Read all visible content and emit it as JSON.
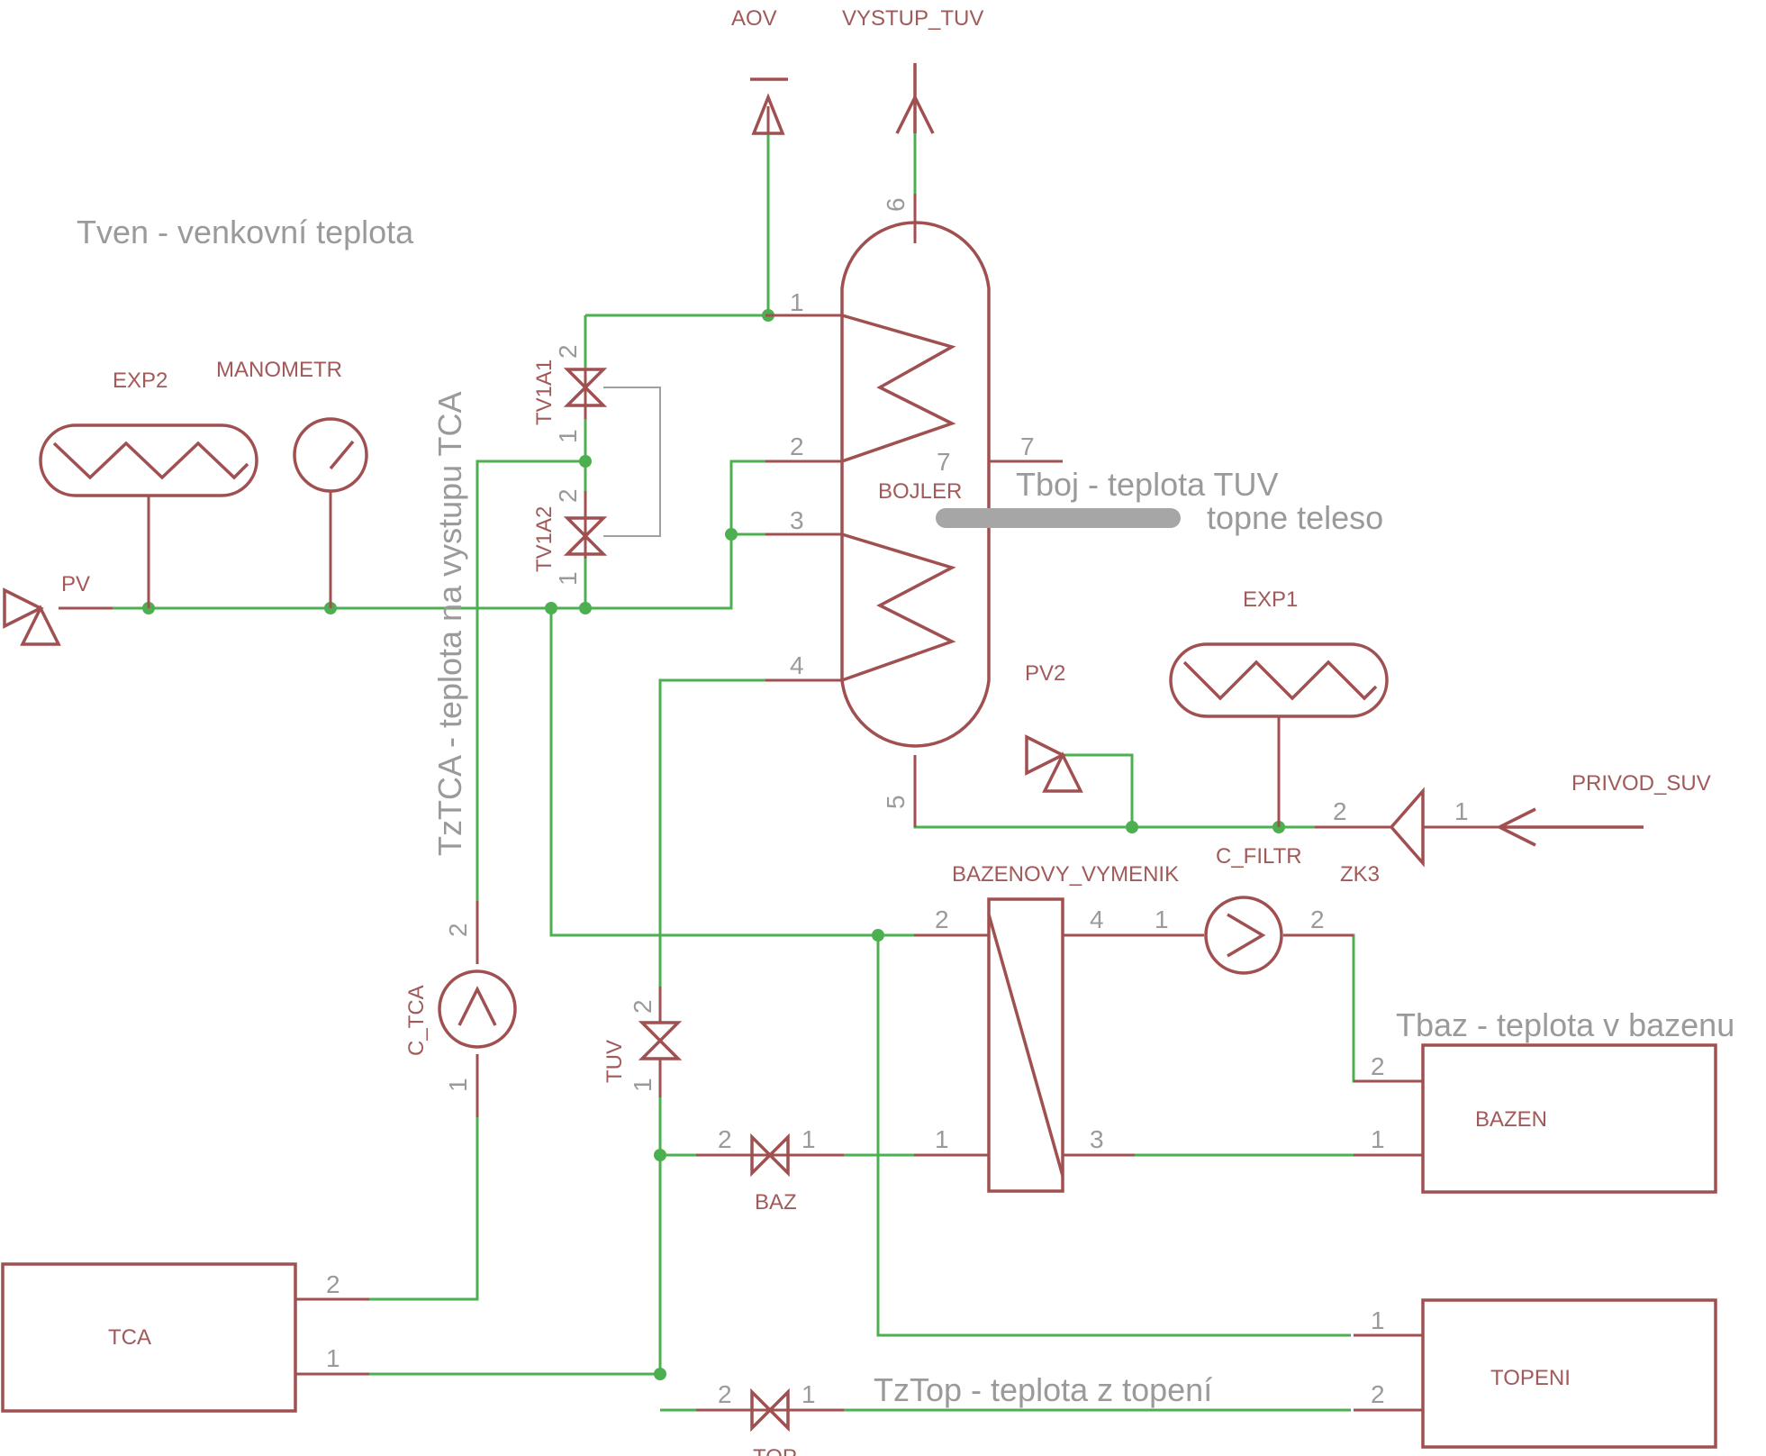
{
  "labels": {
    "aov": "AOV",
    "vystup_tuv": "VYSTUP_TUV",
    "exp2": "EXP2",
    "manometr": "MANOMETR",
    "pv": "PV",
    "tv1a1": "TV1A1",
    "tv1a2": "TV1A2",
    "bojler": "BOJLER",
    "exp1": "EXP1",
    "pv2": "PV2",
    "privod_suv": "PRIVOD_SUV",
    "c_filtr": "C_FILTR",
    "zk3": "ZK3",
    "bazenovy_vymenik": "BAZENOVY_VYMENIK",
    "c_tca": "C_TCA",
    "tuv": "TUV",
    "baz": "BAZ",
    "bazen": "BAZEN",
    "tca": "TCA",
    "topeni": "TOPENI",
    "top": "TOP"
  },
  "notes": {
    "tven": "Tven - venkovní teplota",
    "tztca": "TzTCA - teplota na vystupu TCA",
    "tboj": "Tboj - teplota TUV",
    "topne_teleso": "topne teleso",
    "tbaz": "Tbaz - teplota v bazenu",
    "tztop": "TzTop - teplota z topení"
  },
  "pins": {
    "one": "1",
    "two": "2",
    "three": "3",
    "four": "4",
    "five": "5",
    "six": "6",
    "seven": "7"
  },
  "colors": {
    "wire": "#4caf50",
    "symbol": "#a05050",
    "pin_text": "#9a9a9a",
    "heater_bar": "#a6a6a6"
  }
}
